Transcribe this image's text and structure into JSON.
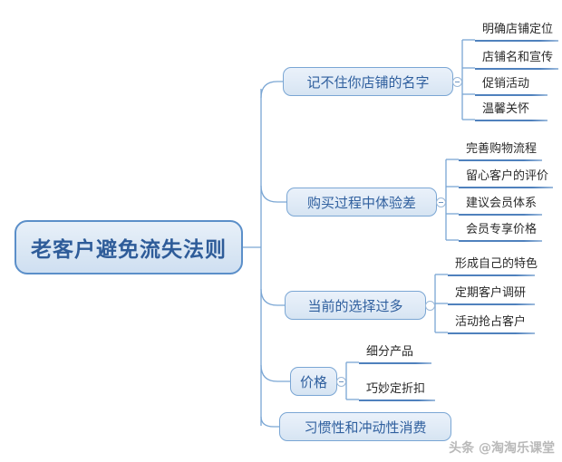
{
  "mindmap": {
    "root": {
      "label": "老客户避免流失法则"
    },
    "branches": [
      {
        "label": "记不住你店铺的名字",
        "toggle": "collapse-toggle-minus",
        "children": [
          {
            "label": "明确店铺定位"
          },
          {
            "label": "店铺名和宣传"
          },
          {
            "label": "促销活动"
          },
          {
            "label": "温馨关怀"
          }
        ]
      },
      {
        "label": "购买过程中体验差",
        "toggle": "collapse-toggle-minus",
        "children": [
          {
            "label": "完善购物流程"
          },
          {
            "label": "留心客户的评价"
          },
          {
            "label": "建议会员体系"
          },
          {
            "label": "会员专享价格"
          }
        ]
      },
      {
        "label": "当前的选择过多",
        "toggle": "collapse-toggle-empty",
        "children": [
          {
            "label": "形成自己的特色"
          },
          {
            "label": "定期客户调研"
          },
          {
            "label": "活动抢占客户"
          }
        ]
      },
      {
        "label": "价格",
        "toggle": "collapse-toggle-minus",
        "children": [
          {
            "label": "细分产品"
          },
          {
            "label": "巧妙定折扣"
          }
        ]
      },
      {
        "label": "习惯性和冲动性消费",
        "toggle": "none",
        "children": []
      }
    ]
  },
  "watermark": {
    "text": "头条 @淘淘乐课堂"
  },
  "colors": {
    "node_border": "#5b8fc9",
    "node_fill": "#dae7f4",
    "root_text": "#2e5c99",
    "branch_text": "#2f5f9e",
    "leaf_text": "#2a2a2a",
    "connector": "#7aa6d4",
    "underline": "#4f81bd",
    "background": "#ffffff",
    "watermark": "#b9b9b9"
  }
}
